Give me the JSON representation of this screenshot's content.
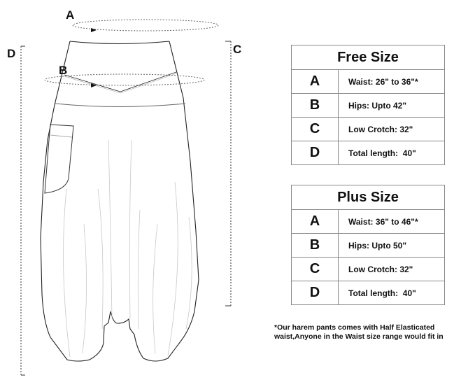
{
  "diagram": {
    "labels": {
      "a": "A",
      "b": "B",
      "c": "C",
      "d": "D"
    }
  },
  "free_size": {
    "title": "Free Size",
    "rows": [
      {
        "letter": "A",
        "value": "Waist: 26\" to 36\"*"
      },
      {
        "letter": "B",
        "value": "Hips: Upto 42\""
      },
      {
        "letter": "C",
        "value": "Low Crotch: 32\""
      },
      {
        "letter": "D",
        "value": "Total length:  40\""
      }
    ]
  },
  "plus_size": {
    "title": "Plus Size",
    "rows": [
      {
        "letter": "A",
        "value": "Waist: 36\" to 46\"*"
      },
      {
        "letter": "B",
        "value": "Hips: Upto 50\""
      },
      {
        "letter": "C",
        "value": "Low Crotch: 32\""
      },
      {
        "letter": "D",
        "value": "Total length:  40\""
      }
    ]
  },
  "footnote": {
    "line1": "*Our harem pants comes with Half Elasticated",
    "line2": "waist,Anyone in the Waist size range would fit in"
  }
}
